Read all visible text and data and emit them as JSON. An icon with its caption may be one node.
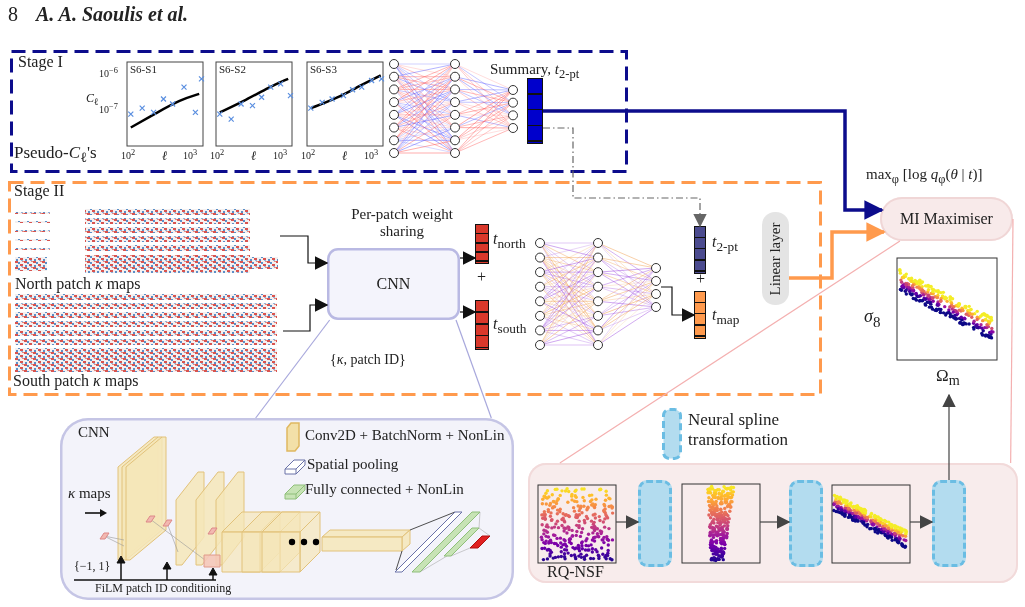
{
  "diagram": {
    "nodes": [
      {
        "text": [
          "Stage I",
          "Pseudo-*C*$_{ℓ}$'s"
        ]
      },
      {
        "text": [],
        "shape": "bar",
        "in": 0,
        "beside": [
          "Summary, *t*$_{2-pt}$"
        ]
      },
      {
        "text": [
          "Stage II"
        ]
      },
      {
        "text": [],
        "shape": "picture",
        "in": 2,
        "beside": [
          "North patch *κ* maps"
        ]
      },
      {
        "text": [],
        "shape": "picture",
        "in": 2,
        "beside": [
          "South patch *κ* maps"
        ]
      },
      {
        "text": [
          "CNN"
        ],
        "in": 2,
        "beside": [
          "Per-patch weight sharing"
        ]
      },
      {
        "text": [],
        "shape": "bar",
        "in": 2,
        "beside": [
          "*t*$_{north}$"
        ]
      },
      {
        "text": [],
        "shape": "bar",
        "in": 2,
        "beside": [
          "*t*$_{south}$"
        ]
      },
      {
        "text": [],
        "shape": "picture",
        "in": 2
      },
      {
        "text": [],
        "shape": "bar",
        "in": 2,
        "beside": [
          "*t*$_{2-pt}$"
        ]
      },
      {
        "text": [],
        "shape": "bar",
        "in": 2,
        "beside": [
          "*t*$_{map}$"
        ]
      },
      {
        "text": [
          "Linear layer"
        ],
        "in": 2
      },
      {
        "text": [
          "MI Maximiser"
        ],
        "beside": [
          "max$_{φ}$ [log *q*$_{φ}$(*θ* | *t*)]"
        ]
      },
      {
        "text": [
          "*σ*$_{8}$",
          "Ω$_{m}$"
        ]
      },
      {
        "text": [
          "CNN"
        ]
      },
      {
        "text": [],
        "shape": "box"
      },
      {
        "text": [],
        "shape": "picture",
        "in": 15,
        "beside": [
          "RQ-NSF"
        ]
      },
      {
        "text": [],
        "shape": "box",
        "in": 15
      },
      {
        "text": [],
        "shape": "picture",
        "in": 15
      },
      {
        "text": [],
        "shape": "box",
        "in": 15
      },
      {
        "text": [],
        "shape": "picture",
        "in": 15
      },
      {
        "text": [],
        "shape": "box",
        "in": 15
      }
    ],
    "edges": [
      {
        "from": 1,
        "to": 12,
        "arrow": "to",
        "style": "thick",
        "color": "#0c0c8c"
      },
      {
        "from": 1,
        "to": 9,
        "arrow": "to",
        "style": "dashed",
        "color": "#666666"
      },
      {
        "from": 3,
        "to": 5,
        "arrow": "to"
      },
      {
        "from": 4,
        "to": 5,
        "arrow": "to"
      },
      {
        "from": 5,
        "to": 6,
        "arrow": "to"
      },
      {
        "from": 5,
        "to": 7,
        "arrow": "to"
      },
      {
        "from": 8,
        "to": 10,
        "arrow": "to"
      },
      {
        "from": 11,
        "to": 12,
        "arrow": "to",
        "style": "thick",
        "color": "#ff9a4d"
      },
      {
        "from": 21,
        "to": 13,
        "arrow": "to",
        "color": "#444444"
      },
      {
        "from": 5,
        "to": 14,
        "arrow": "none",
        "color": "#a8a8dc"
      },
      {
        "from": 5,
        "to": 14,
        "arrow": "none",
        "color": "#a8a8dc"
      },
      {
        "from": 12,
        "to": 15,
        "arrow": "none",
        "color": "#f4b0b0"
      },
      {
        "from": 12,
        "to": 15,
        "arrow": "none",
        "color": "#f4b0b0"
      },
      {
        "from": 16,
        "to": 17,
        "arrow": "to",
        "color": "#444444"
      },
      {
        "from": 18,
        "to": 19,
        "arrow": "to",
        "color": "#444444"
      },
      {
        "from": 20,
        "to": 21,
        "arrow": "to",
        "color": "#444444"
      }
    ],
    "labels": [
      "8",
      "A. A. Saoulis et al.",
      "S6-S1",
      "10$^{−6}$",
      "*C*$_{ℓ}$",
      "10$^{−7}$",
      "10$^{2}$",
      "*ℓ*",
      "10$^{3}$",
      "S6-S2",
      "10$^{2}$",
      "*ℓ*",
      "10$^{3}$",
      "S6-S3",
      "10$^{2}$",
      "*ℓ*",
      "10$^{3}$",
      "+",
      "{*κ*, patch ID}",
      "+",
      "*κ* maps",
      "{−1, 1}",
      "FiLM patch ID conditioning"
    ],
    "legend": [
      {
        "text": "Conv2D + BatchNorm + NonLin"
      },
      {
        "text": "Spatial pooling"
      },
      {
        "text": "Fully connected + NonLin"
      },
      {
        "text": "Neural spline transformation"
      }
    ]
  }
}
